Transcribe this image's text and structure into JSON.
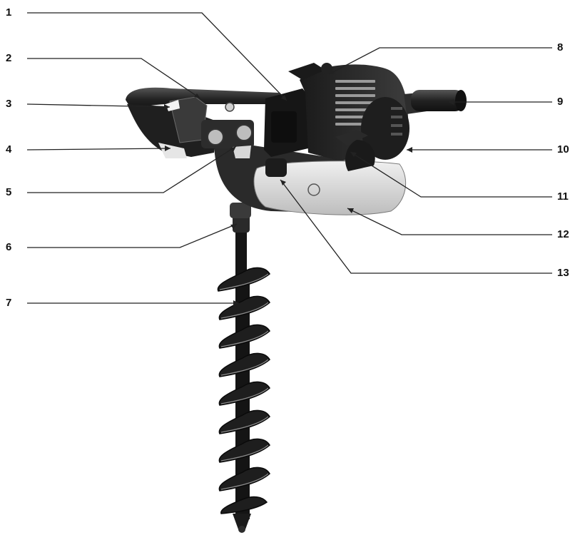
{
  "callouts": {
    "c1": "1",
    "c2": "2",
    "c3": "3",
    "c4": "4",
    "c5": "5",
    "c6": "6",
    "c7": "7",
    "c8": "8",
    "c9": "9",
    "c10": "10",
    "c11": "11",
    "c12": "12",
    "c13": "13"
  },
  "colors": {
    "line": "#222222",
    "text": "#111111",
    "metal_dark": "#1c1c1c",
    "metal_mid": "#3a3a3a",
    "tank_light": "#d6d6d6"
  }
}
